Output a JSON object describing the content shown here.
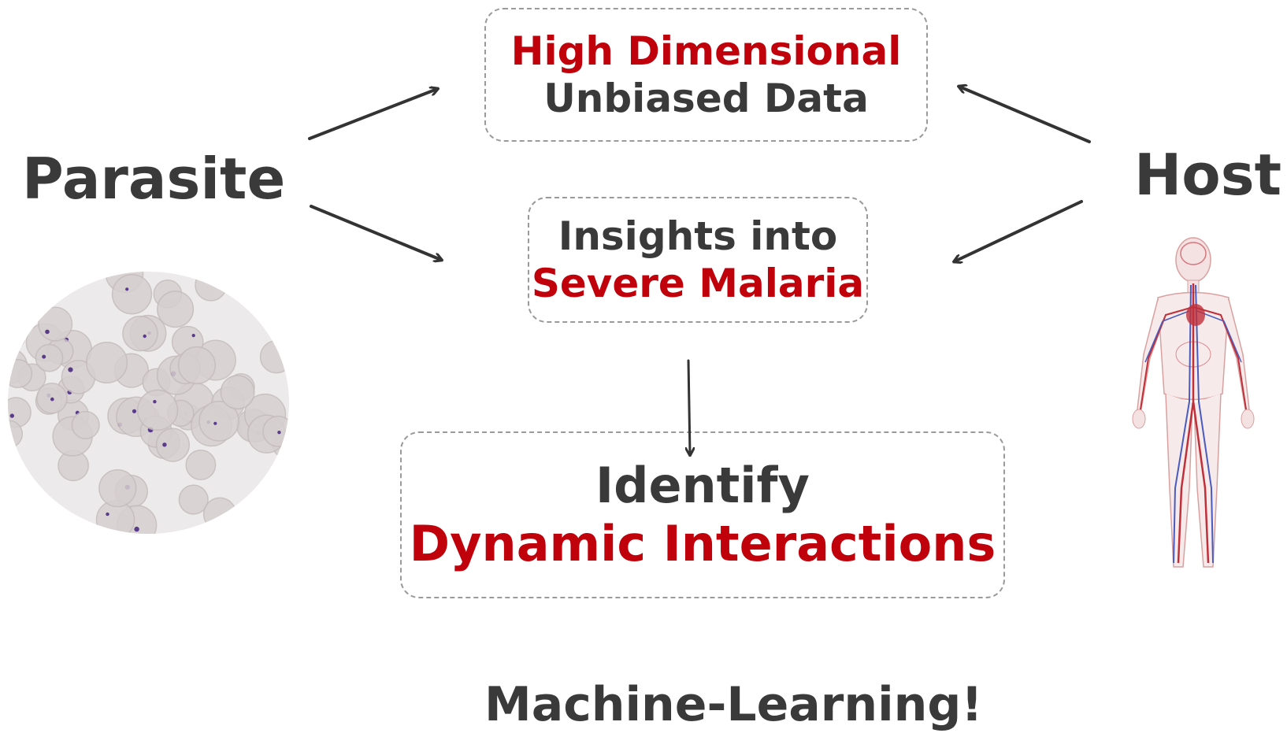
{
  "left_entity": {
    "label": "Parasite",
    "image_icon": "blood-smear-microscopy"
  },
  "right_entity": {
    "label": "Host",
    "image_icon": "human-circulatory-system"
  },
  "boxes": [
    {
      "line1": "High Dimensional",
      "line2": "Unbiased Data",
      "line1_color": "red",
      "line2_color": "dark"
    },
    {
      "line1": "Insights into",
      "line2": "Severe Malaria",
      "line1_color": "dark",
      "line2_color": "red"
    },
    {
      "line1": "Identify",
      "line2": "Dynamic Interactions",
      "line1_color": "dark",
      "line2_color": "red"
    }
  ],
  "footer": {
    "text": "Machine-Learning!"
  },
  "colors": {
    "accent_red": "#c0000b",
    "text_dark": "#3a3a3a",
    "border": "#9a9a9a",
    "arrow": "#333333"
  }
}
